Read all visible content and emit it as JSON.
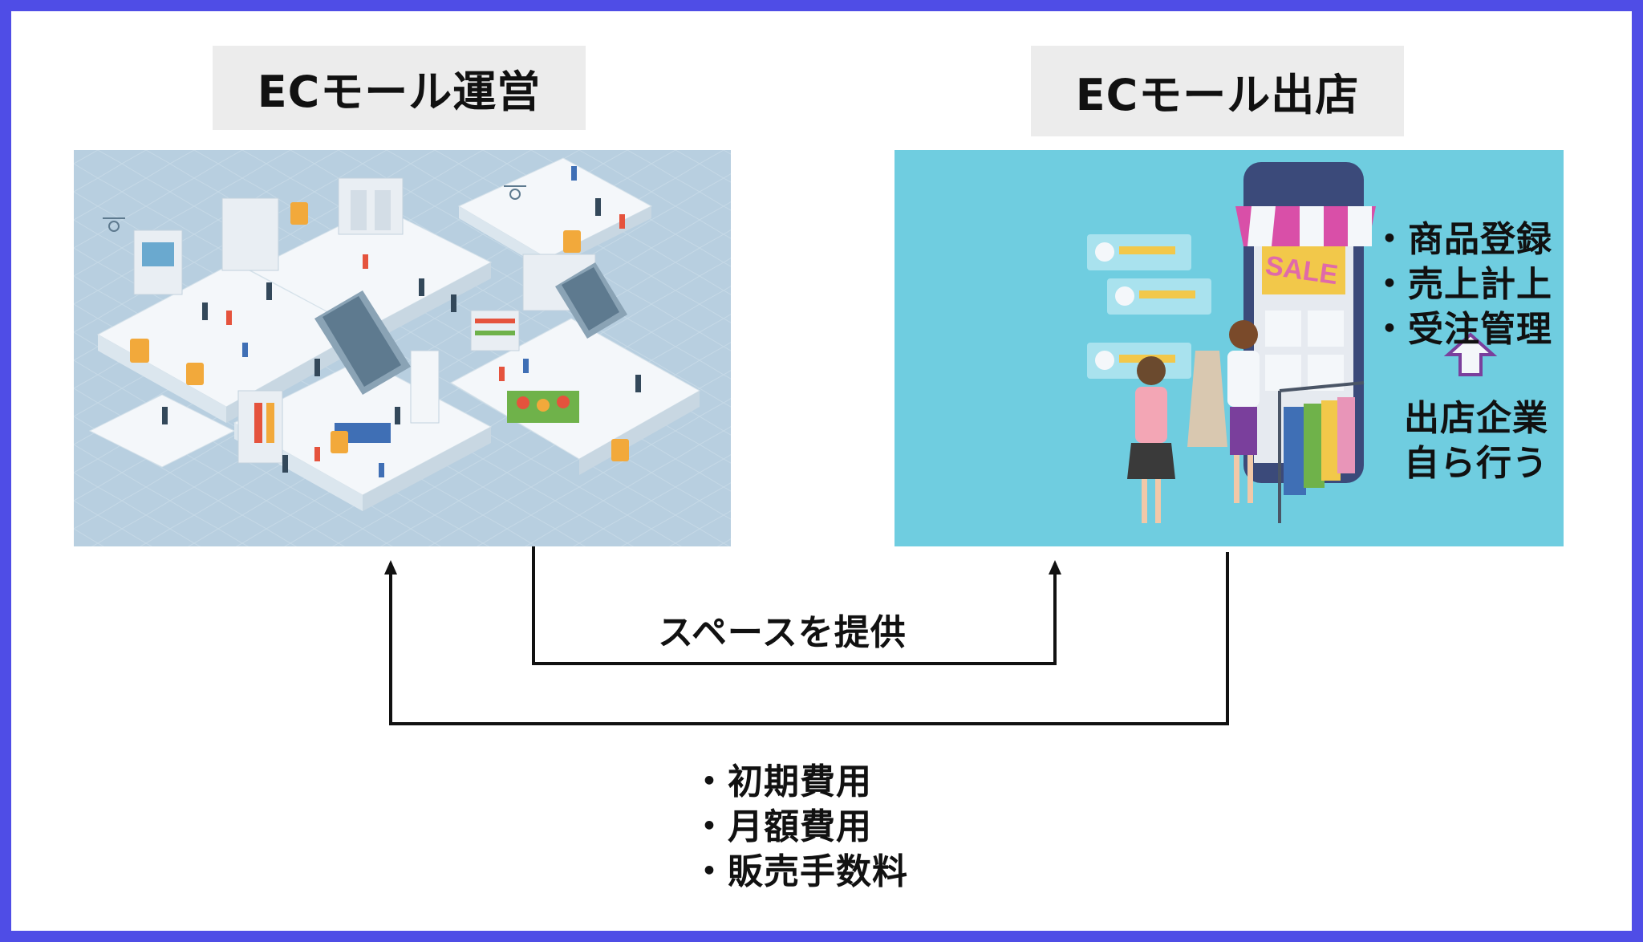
{
  "diagram": {
    "left_title": "ECモール運営",
    "right_title": "ECモール出店",
    "store_tasks": [
      "・商品登録",
      "・売上計上",
      "・受注管理"
    ],
    "store_actor_line1": "出店企業",
    "store_actor_line2": "自ら行う",
    "sale_sign": "SALE",
    "flow_label": "スペースを提供",
    "fees": [
      "・初期費用",
      "・月額費用",
      "・販売手数料"
    ]
  },
  "colors": {
    "border": "#4f4de6",
    "title_bg": "#ececec",
    "mall_bg": "#b8cfe0",
    "store_bg": "#6fcde0",
    "arrow": "#111111"
  }
}
